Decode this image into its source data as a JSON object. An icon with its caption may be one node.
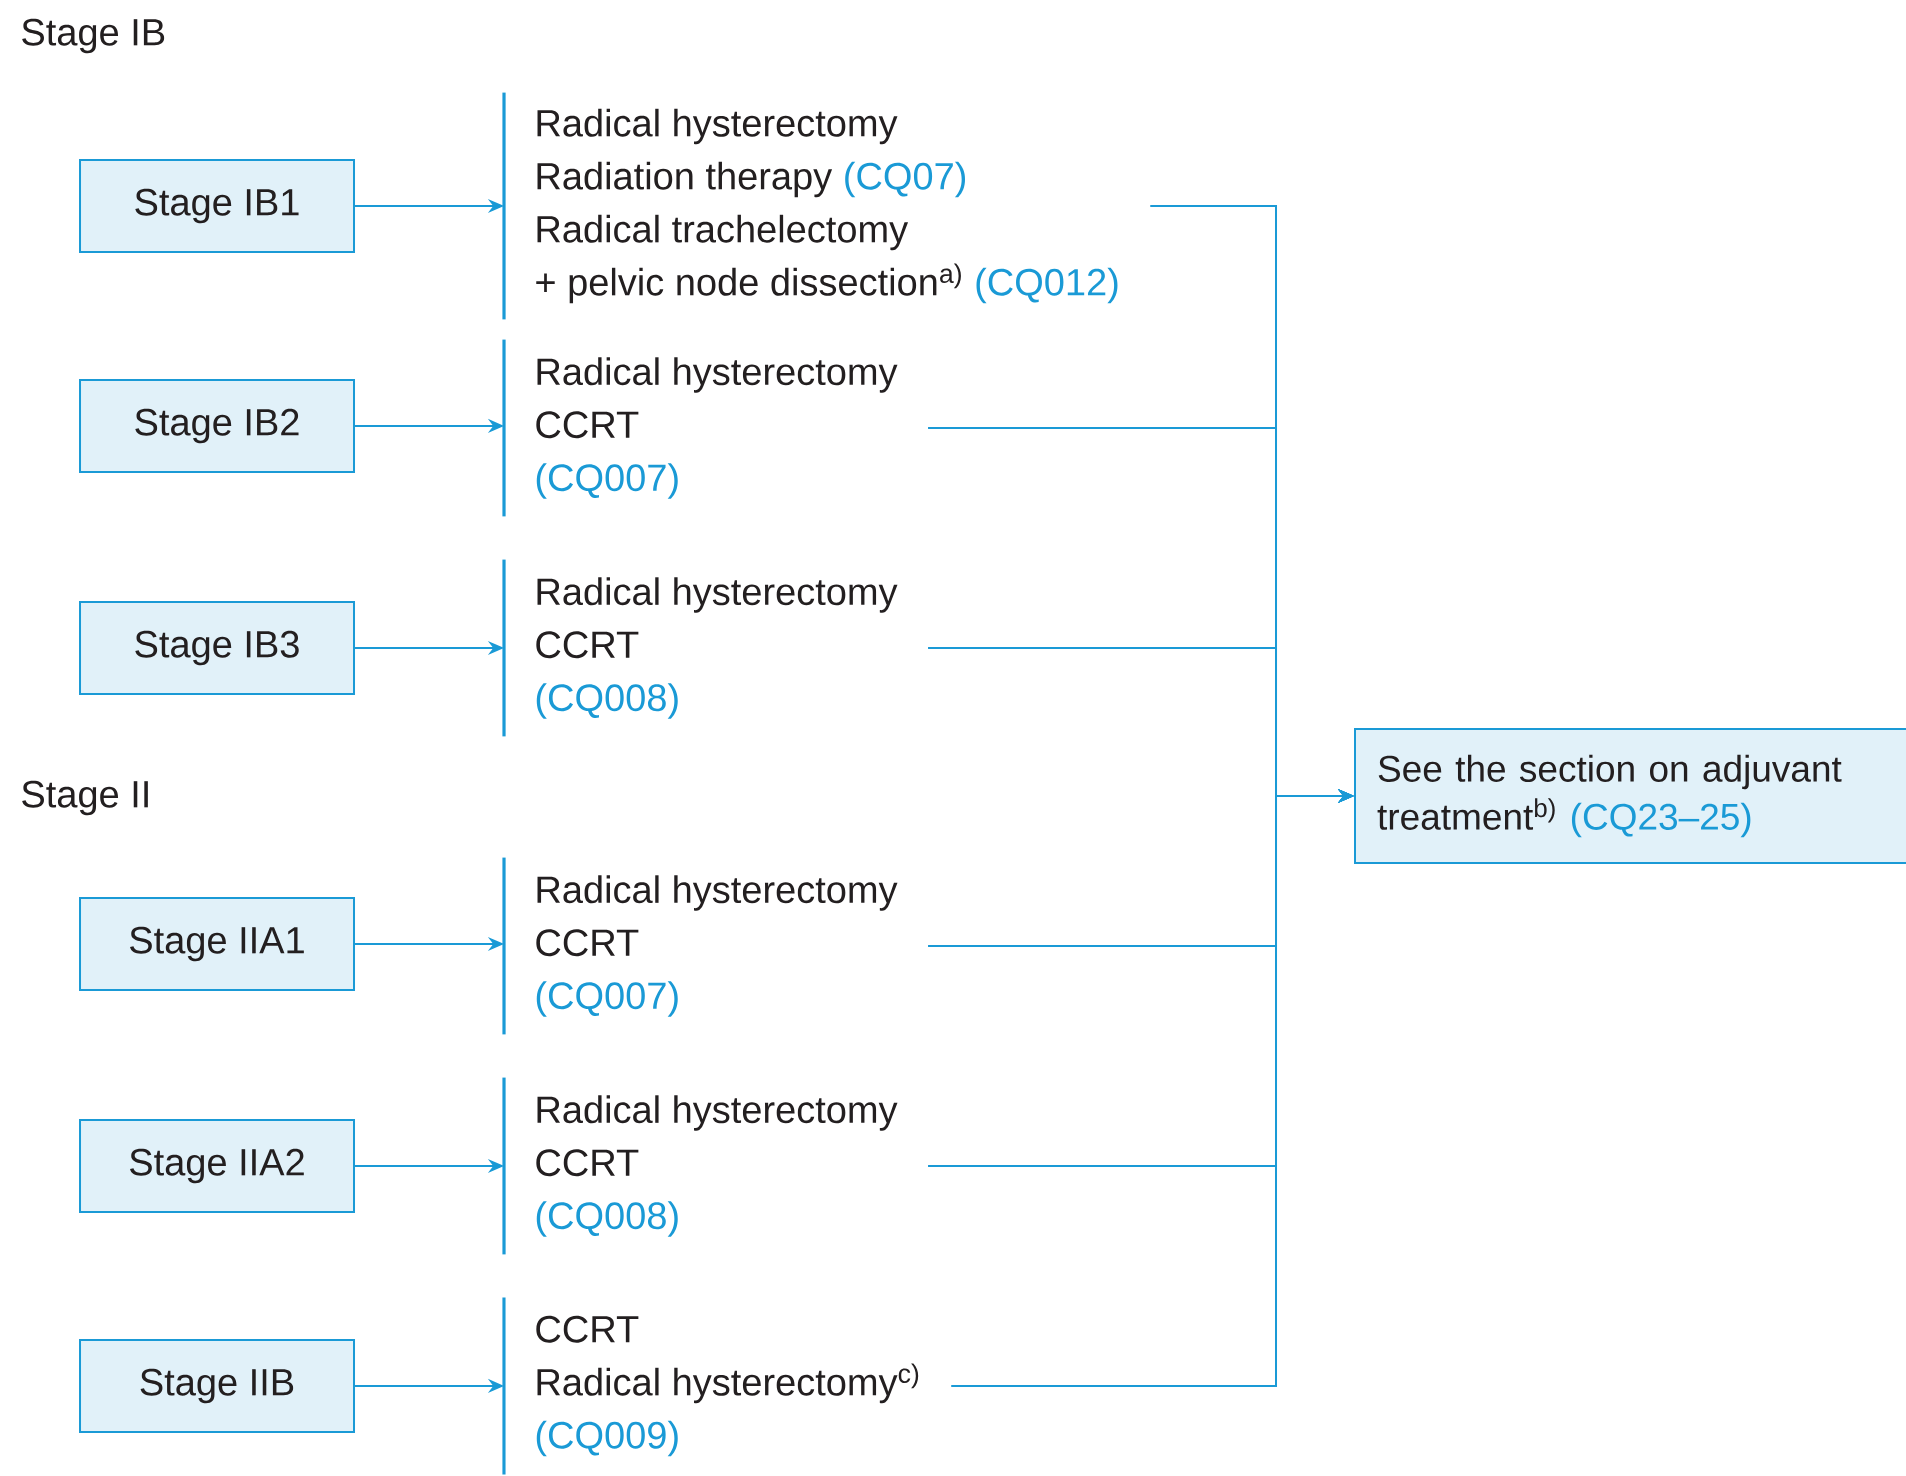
{
  "diagram": {
    "nodes": [
      {
        "text": [
          "Stage IB1"
        ]
      },
      {
        "text": [
          "Radical hysterectomy",
          "Radiation therapy",
          "(CQ07)",
          "Radical trachelectomy",
          "+ pelvic node dissection$^{a)}$",
          "(CQ012)"
        ]
      },
      {
        "text": [
          "Stage IB2"
        ]
      },
      {
        "text": [
          "Radical hysterectomy",
          "CCRT",
          "(CQ007)"
        ]
      },
      {
        "text": [
          "Stage IB3"
        ]
      },
      {
        "text": [
          "Radical hysterectomy",
          "CCRT",
          "(CQ008)"
        ]
      },
      {
        "text": [
          "Stage IIA1"
        ]
      },
      {
        "text": [
          "Radical hysterectomy",
          "CCRT",
          "(CQ007)"
        ]
      },
      {
        "text": [
          "Stage IIA2"
        ]
      },
      {
        "text": [
          "Radical hysterectomy",
          "CCRT",
          "(CQ008)"
        ]
      },
      {
        "text": [
          "Stage IIB"
        ]
      },
      {
        "text": [
          "CCRT",
          "Radical hysterectomy$^{c)}$",
          "(CQ009)"
        ]
      },
      {
        "text": [
          "See the section on adjuvant treatment$^{b)}$",
          "(CQ23–25)"
        ]
      }
    ],
    "edges": [
      {
        "from": 0,
        "to": 1,
        "arrow": "to"
      },
      {
        "from": 2,
        "to": 3,
        "arrow": "to"
      },
      {
        "from": 4,
        "to": 5,
        "arrow": "to"
      },
      {
        "from": 6,
        "to": 7,
        "arrow": "to"
      },
      {
        "from": 8,
        "to": 9,
        "arrow": "to"
      },
      {
        "from": 10,
        "to": 11,
        "arrow": "to"
      },
      {
        "from": 1,
        "to": 12,
        "arrow": "to"
      },
      {
        "from": 3,
        "to": 12,
        "arrow": "to"
      },
      {
        "from": 5,
        "to": 12,
        "arrow": "to"
      },
      {
        "from": 7,
        "to": 12,
        "arrow": "to"
      },
      {
        "from": 9,
        "to": 12,
        "arrow": "to"
      },
      {
        "from": 11,
        "to": 12,
        "arrow": "to"
      }
    ],
    "labels": [
      "Stage IB",
      "Stage II"
    ]
  }
}
